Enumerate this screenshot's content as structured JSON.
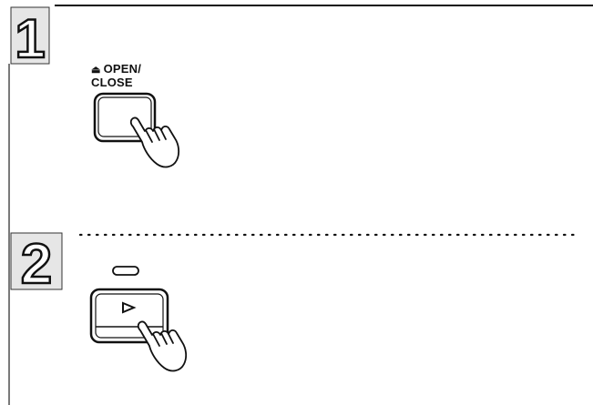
{
  "steps": [
    {
      "number": "1"
    },
    {
      "number": "2"
    }
  ],
  "open_close_button": {
    "icon": "eject-icon",
    "label_line1": "OPEN/",
    "label_line2": "CLOSE"
  },
  "play_button": {
    "icon": "play-icon"
  },
  "colors": {
    "ink": "#111111",
    "paper": "#ffffff",
    "number_fill": "#cfcfcf"
  }
}
